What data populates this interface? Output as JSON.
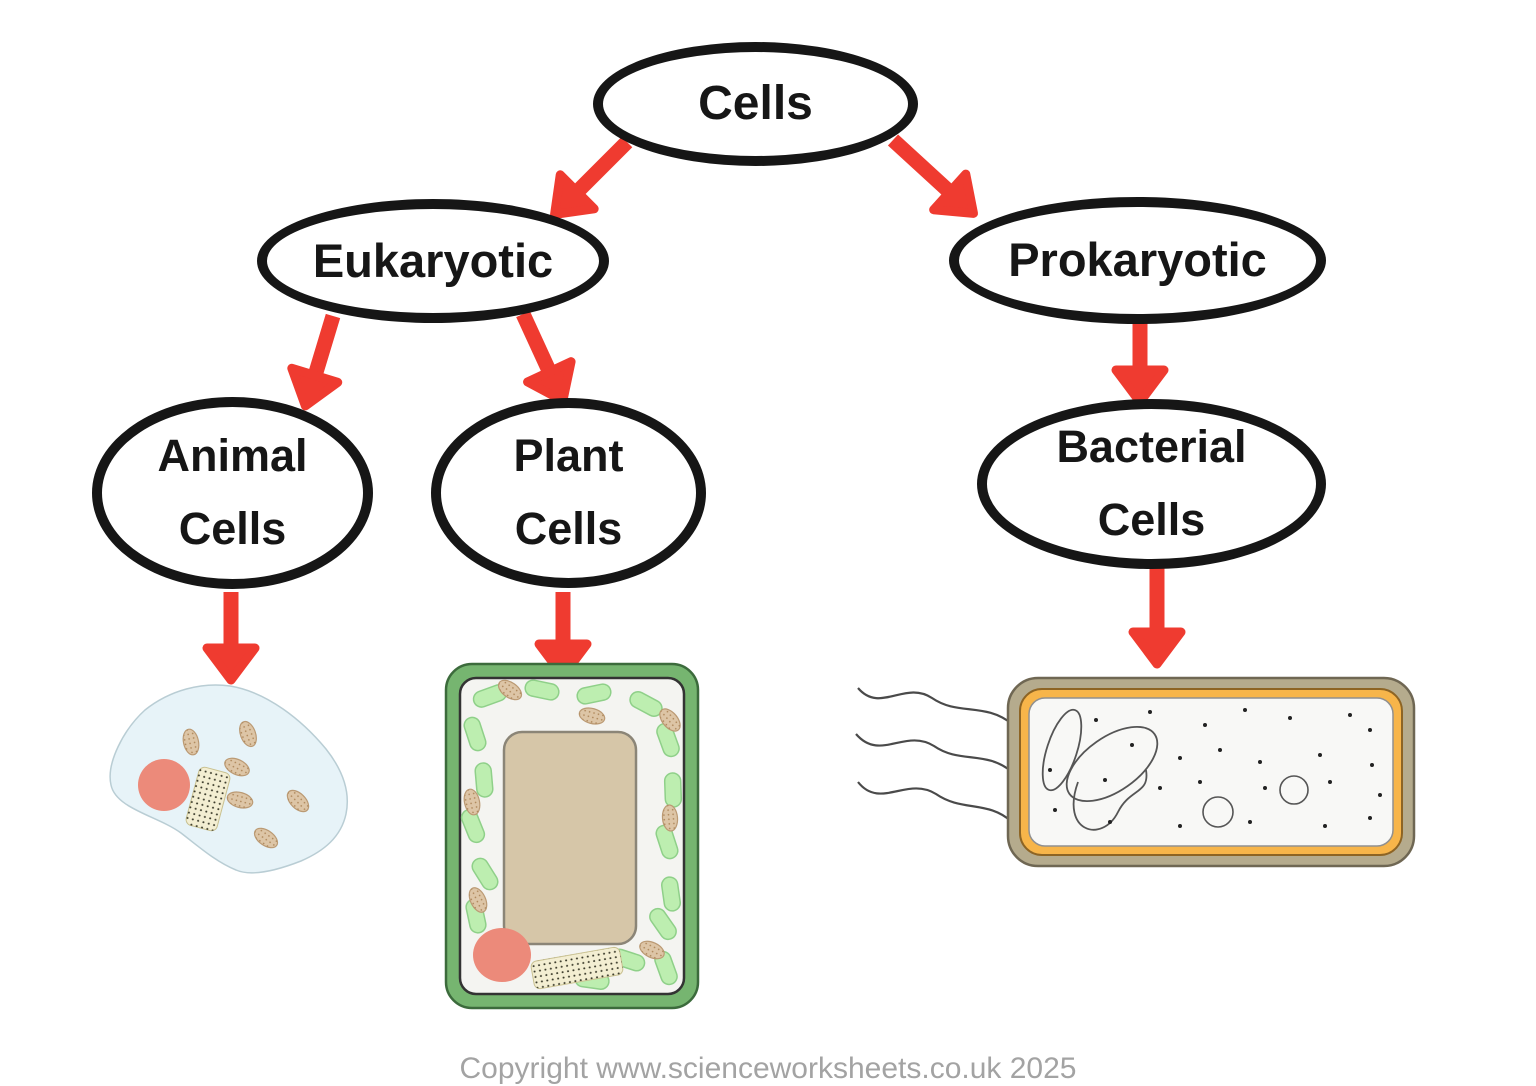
{
  "diagram": {
    "nodes": {
      "cells": {
        "label": "Cells"
      },
      "eukaryotic": {
        "label": "Eukaryotic"
      },
      "prokaryotic": {
        "label": "Prokaryotic"
      },
      "animal": {
        "label": "Animal Cells"
      },
      "plant": {
        "label": "Plant Cells"
      },
      "bacterial": {
        "label": "Bacterial Cells"
      }
    },
    "edges": [
      {
        "from": "Cells",
        "to": "Eukaryotic"
      },
      {
        "from": "Cells",
        "to": "Prokaryotic"
      },
      {
        "from": "Eukaryotic",
        "to": "Animal Cells"
      },
      {
        "from": "Eukaryotic",
        "to": "Plant Cells"
      },
      {
        "from": "Prokaryotic",
        "to": "Bacterial Cells"
      },
      {
        "from": "Animal Cells",
        "to": "animal-cell-illustration"
      },
      {
        "from": "Plant Cells",
        "to": "plant-cell-illustration"
      },
      {
        "from": "Bacterial Cells",
        "to": "bacterial-cell-illustration"
      }
    ],
    "illustrations": [
      "animal-cell-illustration",
      "plant-cell-illustration",
      "bacterial-cell-illustration"
    ]
  },
  "footer": {
    "copyright": "Copyright www.scienceworksheets.co.uk 2025"
  },
  "colors": {
    "background": "#ffffff",
    "arrow_red": "#ef3b30",
    "node_border": "#161616",
    "node_text": "#161616",
    "copyright_gray": "#a3a3a3",
    "animal_cytoplasm": "#e7f3f8",
    "nucleus_coral": "#ec8a7a",
    "organelle_tan": "#ddc5a6",
    "plant_wall_green": "#76b570",
    "chloroplast_green": "#bdeeb0",
    "vacuole_tan": "#d6c6a8",
    "bacteria_wall_khaki": "#b5ab8d",
    "bacteria_membrane_orange": "#f7b54a",
    "cell_interior": "#f8f8f6"
  }
}
